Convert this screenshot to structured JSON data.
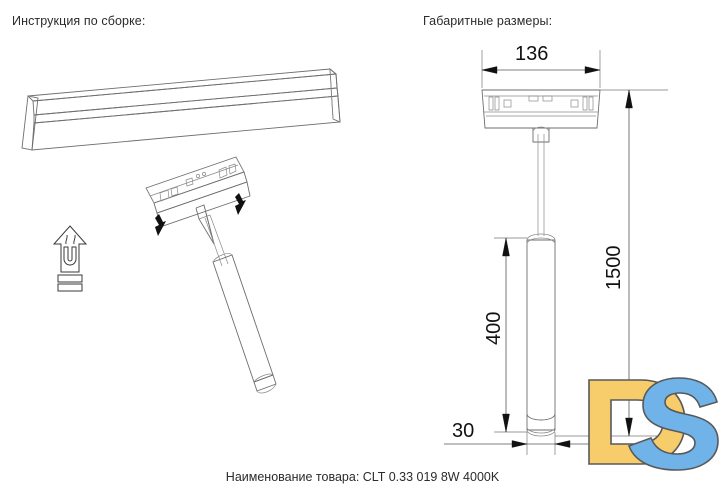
{
  "page": {
    "background_color": "#ffffff",
    "line_color": "#6e6e6e",
    "text_color": "#2b2b2b"
  },
  "headings": {
    "assembly": "Инструкция по сборке:",
    "dimensions": "Габаритные размеры:"
  },
  "caption": {
    "product_label": "Наименование товара: CLT 0.33 019 8W 4000K"
  },
  "dimensions": {
    "width": "136",
    "total_height": "1500",
    "tube_length": "400",
    "tube_diameter": "30",
    "unit": "mm"
  },
  "assembly_diagram": {
    "name": "assembly-instruction-drawing",
    "elements": [
      "magnetic-track-rail",
      "track-mount-adapter",
      "pendant-cord",
      "pendant-tube-lamp",
      "insertion-arrow-left",
      "insertion-arrow-right",
      "magnet-symbol"
    ]
  },
  "dimension_diagram": {
    "name": "dimensional-drawing",
    "elements": [
      "track-adapter-front-view",
      "suspension-cord",
      "pendant-tube-lamp",
      "dimension-line-136",
      "dimension-line-1500",
      "dimension-line-400",
      "dimension-line-30"
    ]
  },
  "logo": {
    "text": "DS",
    "letter_d_color": "#F5C martin",
    "letter_d": "D",
    "letter_s": "S",
    "color_d": "#F7CC6A",
    "color_s": "#6FB3E8",
    "outline_color": "#58595B"
  }
}
